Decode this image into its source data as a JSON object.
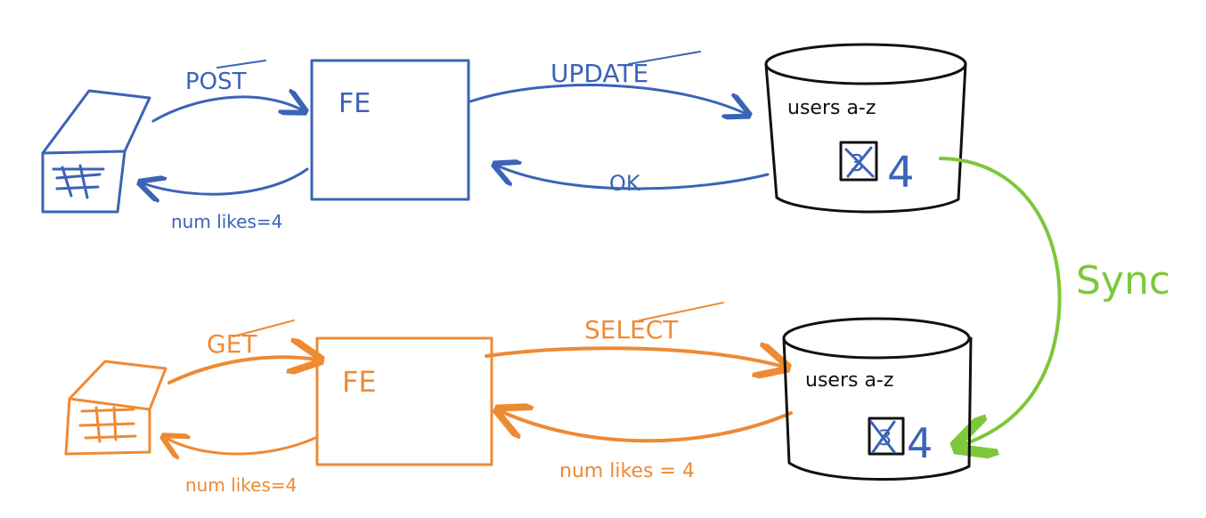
{
  "colors": {
    "write_path": "#3b63b8",
    "read_path": "#ee8a34",
    "database": "#111111",
    "sync": "#7cc83a"
  },
  "write_path": {
    "request_label": "POST",
    "frontend_label": "FE",
    "db_request_label": "UPDATE",
    "db_response_label": "OK",
    "client_response_label": "num likes=4"
  },
  "read_path": {
    "request_label": "GET",
    "frontend_label": "FE",
    "db_request_label": "SELECT",
    "db_response_label": "num likes = 4",
    "client_response_label": "num likes=4"
  },
  "databases": {
    "primary": {
      "label": "users a-z",
      "old_value": "3",
      "new_value": "4"
    },
    "replica": {
      "label": "users a-z",
      "old_value": "3",
      "new_value": "4"
    }
  },
  "sync_label": "Sync"
}
